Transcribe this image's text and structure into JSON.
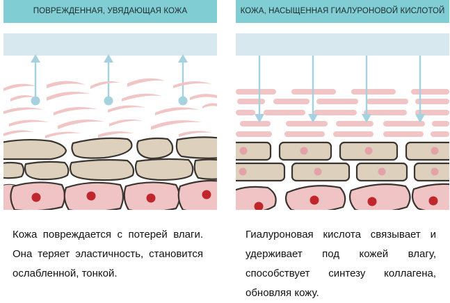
{
  "colors": {
    "header": "#80cdd4",
    "moisture_band": "#d7e9ef",
    "arrow": "#a6d1de",
    "fiber": "#f1c5c5",
    "cell_fill": "#ddd0bd",
    "cell_outline": "#3a3530",
    "cell_dot": "#e3a1a8",
    "tissue_fill": "#f0c3c4",
    "nucleus": "#c0272d"
  },
  "left_panel": {
    "title": "ПОВРЕЖДЕННАЯ, УВЯДАЮЩАЯ КОЖА",
    "caption": "Кожа повреждается с потерей влаги. Она теряет эластичность, становится ослабленной, тонкой."
  },
  "right_panel": {
    "title": "КОЖА, НАСЫЩЕННАЯ ГИАЛУРОНОВОЙ КИСЛОТОЙ",
    "caption": "Гиалуроновая кислота связывает и удерживает под кожей влагу, способствует синтезу коллагена, обновляя кожу."
  }
}
